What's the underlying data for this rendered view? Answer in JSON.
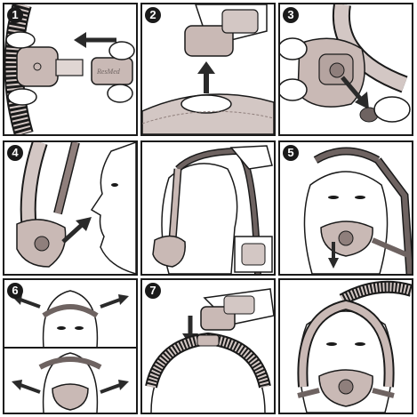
{
  "steps": [
    {
      "number": "1",
      "label": ""
    },
    {
      "number": "2",
      "label": ""
    },
    {
      "number": "3",
      "label": ""
    },
    {
      "number": "4",
      "label": ""
    },
    {
      "number": "",
      "label": ""
    },
    {
      "number": "5",
      "label": ""
    },
    {
      "number": "6",
      "label": ""
    },
    {
      "number": "7",
      "label": ""
    },
    {
      "number": "",
      "label": ""
    }
  ],
  "brand_text": "ResMed",
  "colors": {
    "outline": "#1a1a1a",
    "mask": "#c9b9b5",
    "mask_dark": "#8f7f7c",
    "tube": "#d3c7c4",
    "headgear": "#6e6361",
    "skin": "#ffffff",
    "arrow": "#2a2a2a"
  },
  "icons": {
    "arrow_left": "arrow-left-icon",
    "arrow_up": "arrow-up-icon",
    "arrow_down": "arrow-down-icon",
    "arrow_diagonal": "arrow-diagonal-icon"
  }
}
